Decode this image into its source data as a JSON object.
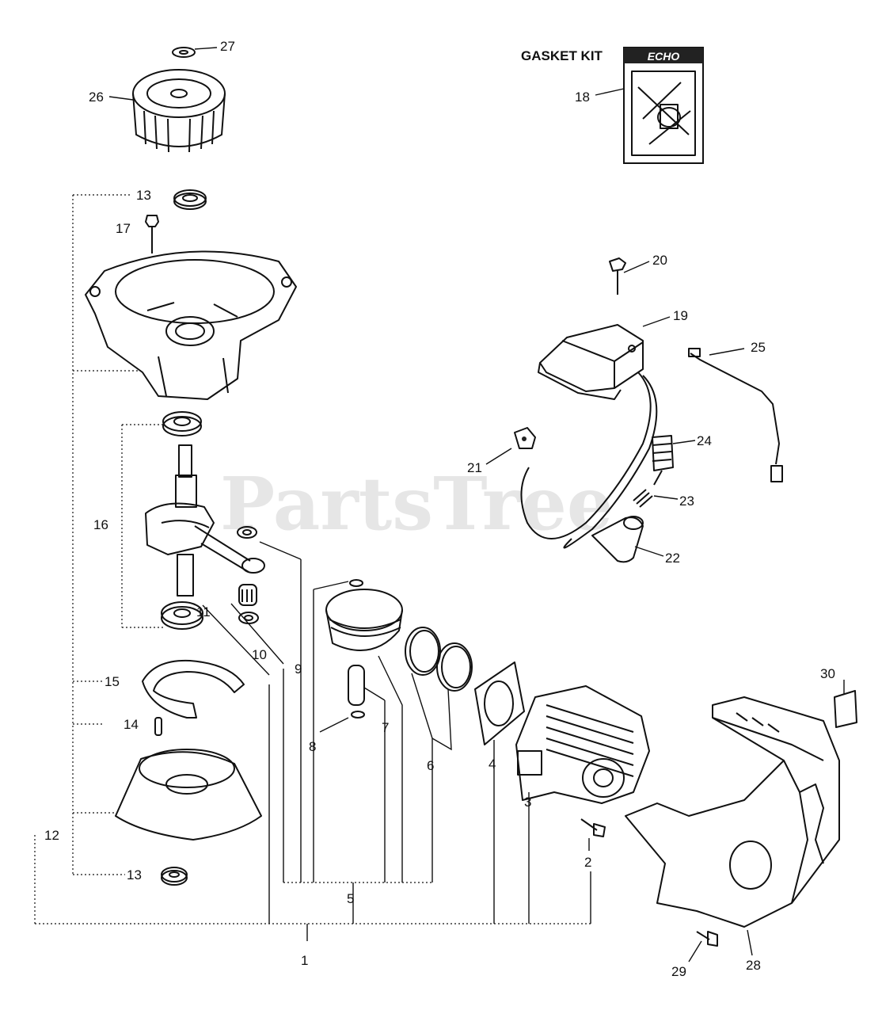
{
  "watermark": "PartsTree",
  "gasket_kit": {
    "title": "GASKET KIT",
    "brand": "ECHO"
  },
  "callouts": {
    "p1": "1",
    "p2": "2",
    "p3": "3",
    "p4": "4",
    "p5": "5",
    "p6": "6",
    "p7": "7",
    "p8": "8",
    "p9": "9",
    "p10": "10",
    "p11": "11",
    "p12": "12",
    "p13a": "13",
    "p13b": "13",
    "p14": "14",
    "p15": "15",
    "p16": "16",
    "p17": "17",
    "p18": "18",
    "p19": "19",
    "p20": "20",
    "p21": "21",
    "p22": "22",
    "p23": "23",
    "p24": "24",
    "p25": "25",
    "p26": "26",
    "p27": "27",
    "p28": "28",
    "p29": "29",
    "p30": "30"
  }
}
